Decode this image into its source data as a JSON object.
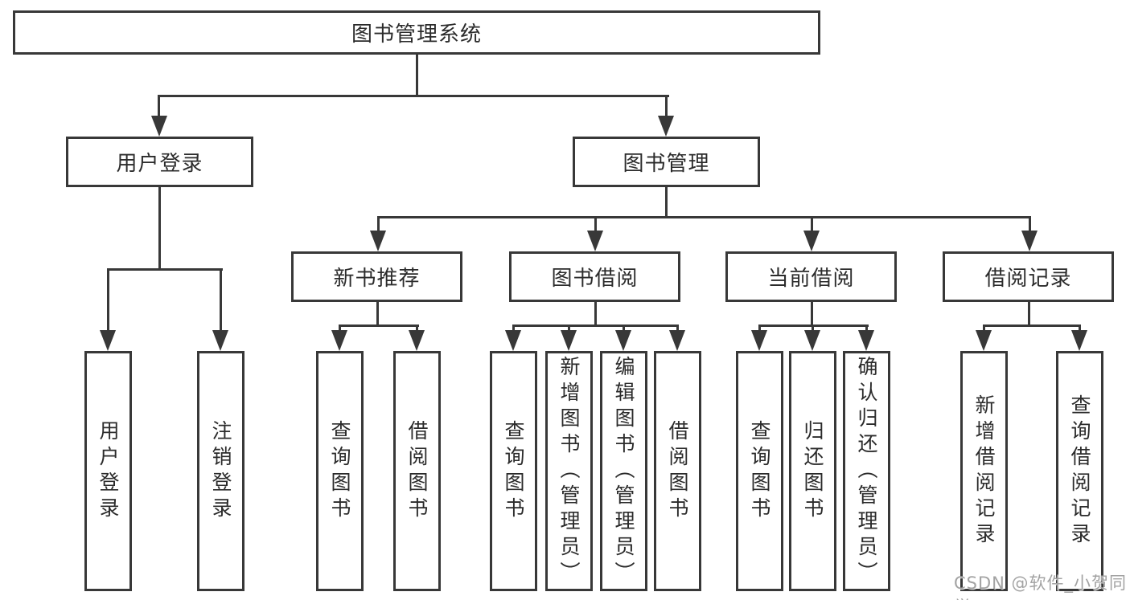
{
  "diagram": {
    "type": "hierarchy-tree",
    "root": {
      "label": "图书管理系统",
      "children": [
        {
          "label": "用户登录",
          "children": [
            {
              "label": "用户登录"
            },
            {
              "label": "注销登录"
            }
          ]
        },
        {
          "label": "图书管理",
          "children": [
            {
              "label": "新书推荐",
              "children": [
                {
                  "label": "查询图书"
                },
                {
                  "label": "借阅图书"
                }
              ]
            },
            {
              "label": "图书借阅",
              "children": [
                {
                  "label": "查询图书"
                },
                {
                  "label": "新增图书（管理员）"
                },
                {
                  "label": "编辑图书（管理员）"
                },
                {
                  "label": "借阅图书"
                }
              ]
            },
            {
              "label": "当前借阅",
              "children": [
                {
                  "label": "查询图书"
                },
                {
                  "label": "归还图书"
                },
                {
                  "label": "确认归还（管理员）"
                }
              ]
            },
            {
              "label": "借阅记录",
              "children": [
                {
                  "label": "新增借阅记录"
                },
                {
                  "label": "查询借阅记录"
                }
              ]
            }
          ]
        }
      ]
    }
  },
  "watermark": {
    "text": "CSDN @软件_小贺同学"
  },
  "colors": {
    "line": "#383838",
    "box_border": "#383838",
    "box_fill": "#ffffff",
    "text": "#2b2b2b",
    "watermark": "#a3a3a3",
    "background": "#ffffff"
  }
}
